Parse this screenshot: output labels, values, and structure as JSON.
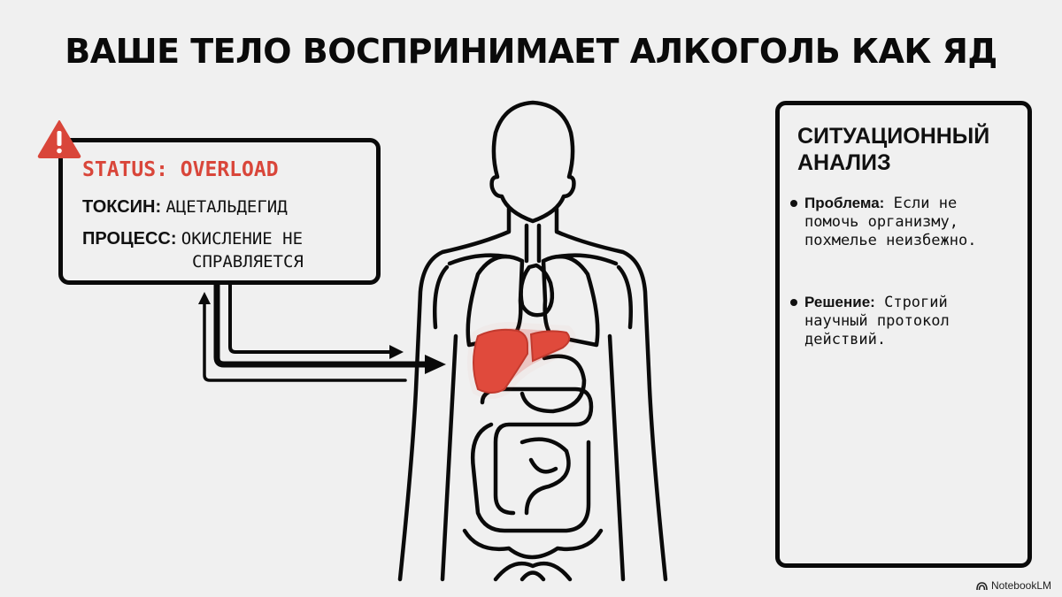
{
  "title": "ВАШЕ ТЕЛО ВОСПРИНИМАЕТ АЛКОГОЛЬ КАК ЯД",
  "status_panel": {
    "icon": "warning-triangle-icon",
    "status_label": "STATUS:",
    "status_value": "OVERLOAD",
    "toxin_label": "ТОКСИН:",
    "toxin_value": "АЦЕТАЛЬДЕГИД",
    "process_label": "ПРОЦЕСС:",
    "process_value_line1": "ОКИСЛЕНИЕ НЕ",
    "process_value_line2": "СПРАВЛЯЕТСЯ"
  },
  "body_diagram": {
    "highlighted_organ": "liver",
    "highlight_color": "#e04a3c"
  },
  "analysis_panel": {
    "title_line1": "СИТУАЦИОННЫЙ",
    "title_line2": "АНАЛИЗ",
    "items": [
      {
        "label": "Проблема:",
        "text": "Если не помочь организму, похмелье неизбежно."
      },
      {
        "label": "Решение:",
        "text": "Строгий научный протокол действий."
      }
    ]
  },
  "brand": {
    "icon": "notebooklm-logo-icon",
    "label": "NotebookLM"
  },
  "colors": {
    "accent_red": "#d9463a",
    "outline": "#0a0a0a",
    "background": "#f0f0f0"
  }
}
